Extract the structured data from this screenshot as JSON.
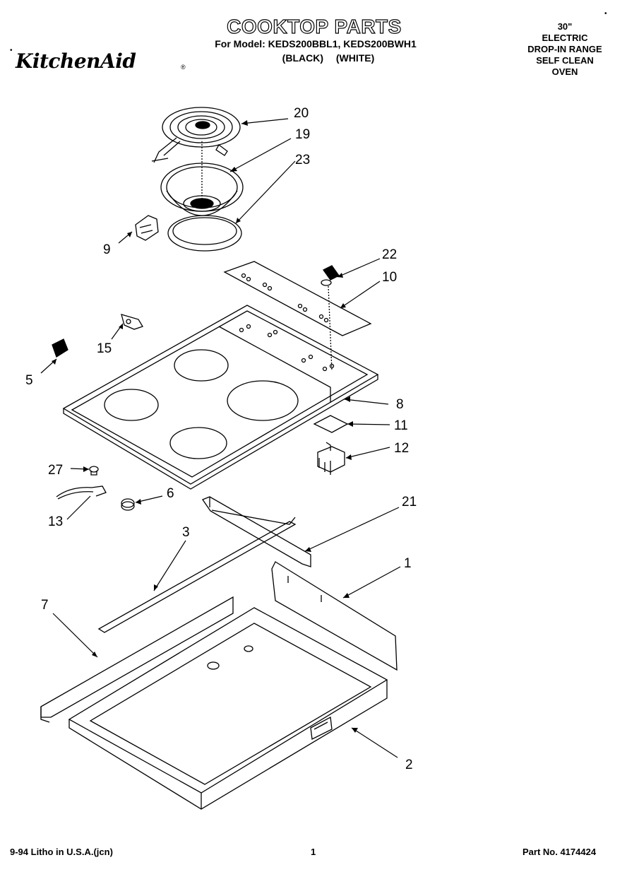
{
  "header": {
    "title": "COOKTOP PARTS",
    "model_line": "For Model: KEDS200BBL1, KEDS200BWH1",
    "variants": "(BLACK) (WHITE)",
    "brand": "KitchenAid",
    "description": [
      "30\"",
      "ELECTRIC",
      "DROP-IN RANGE",
      "SELF CLEAN",
      "OVEN"
    ]
  },
  "callouts": {
    "c20": "20",
    "c19": "19",
    "c23": "23",
    "c9": "9",
    "c22": "22",
    "c10": "10",
    "c15": "15",
    "c5": "5",
    "c8": "8",
    "c11": "11",
    "c12": "12",
    "c27": "27",
    "c6": "6",
    "c13": "13",
    "c21": "21",
    "c3": "3",
    "c1": "1",
    "c7": "7",
    "c2": "2"
  },
  "footer": {
    "litho": "9-94 Litho in U.S.A.(jcn)",
    "page": "1",
    "part_no": "Part No. 4174424"
  }
}
